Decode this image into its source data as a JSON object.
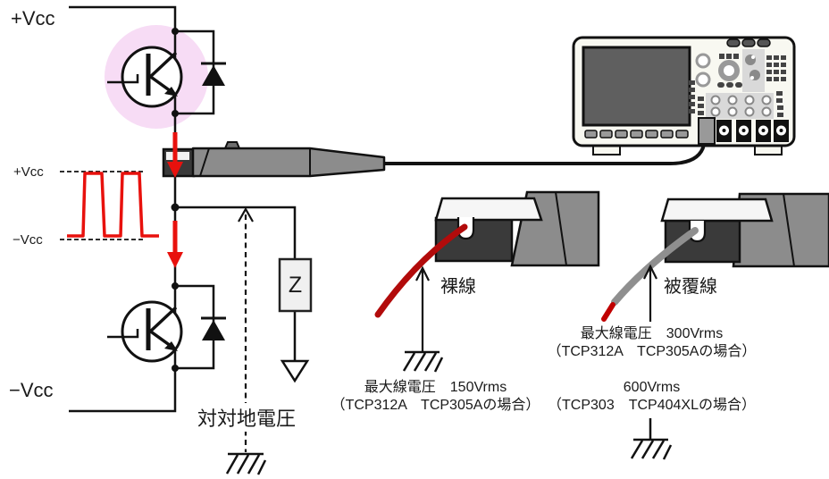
{
  "labels": {
    "vcc_top": "+Vcc",
    "vcc_bottom": "−Vcc",
    "wave_high": "+Vcc",
    "wave_low": "−Vcc",
    "impedance": "Z",
    "ground_voltage": "対対地電圧",
    "bare_wire": "裸線",
    "covered_wire": "被覆線"
  },
  "specs": {
    "bare": {
      "line1": "最大線電圧　150Vrms",
      "line2": "（TCP312A　TCP305Aの場合）"
    },
    "covered": {
      "line1": "最大線電圧　300Vrms",
      "line2": "（TCP312A　TCP305Aの場合）"
    },
    "covered_alt": {
      "line1": "600Vrms",
      "line2": "（TCP303　TCP404XLの場合）"
    }
  },
  "colors": {
    "current_arrow_red": "#e8110d",
    "bare_wire_red": "#b20b0b",
    "covered_wire_gray": "#8f8f8f",
    "highlight_pink": "#f7dcf5",
    "probe_body_gray": "#8c8c8c",
    "probe_jaw_dark": "#3a3a3a",
    "scope_body_cream": "#f8f8f1",
    "scope_screen_gray": "#5f5f5f",
    "wire_black": "#111111"
  }
}
